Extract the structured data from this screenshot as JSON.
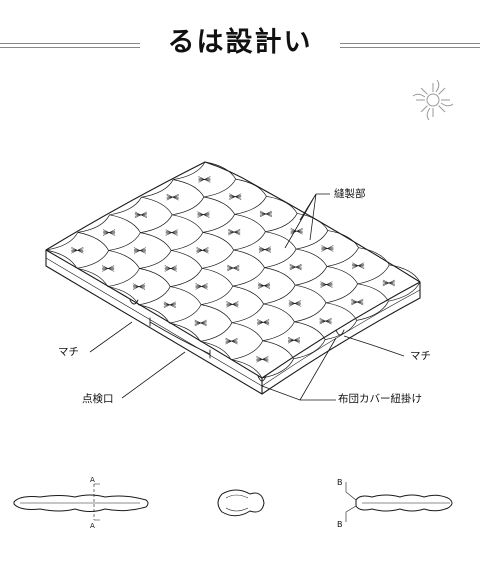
{
  "page": {
    "title": "るは設計い"
  },
  "labels": {
    "sewn_part": "縫製部",
    "gusset_left": "マチ",
    "gusset_right": "マチ",
    "inspection_port": "点検口",
    "cover_ties": "布団カバー紐掛け"
  },
  "sections": {
    "a_mark_top": "A",
    "a_mark_bottom": "A",
    "b_mark_top": "B",
    "b_mark_bottom": "B"
  },
  "colors": {
    "line": "#1a1a1a",
    "rule": "#888888",
    "decor": "#9a9a9a"
  },
  "icons": [
    "sun-burst-icon"
  ]
}
